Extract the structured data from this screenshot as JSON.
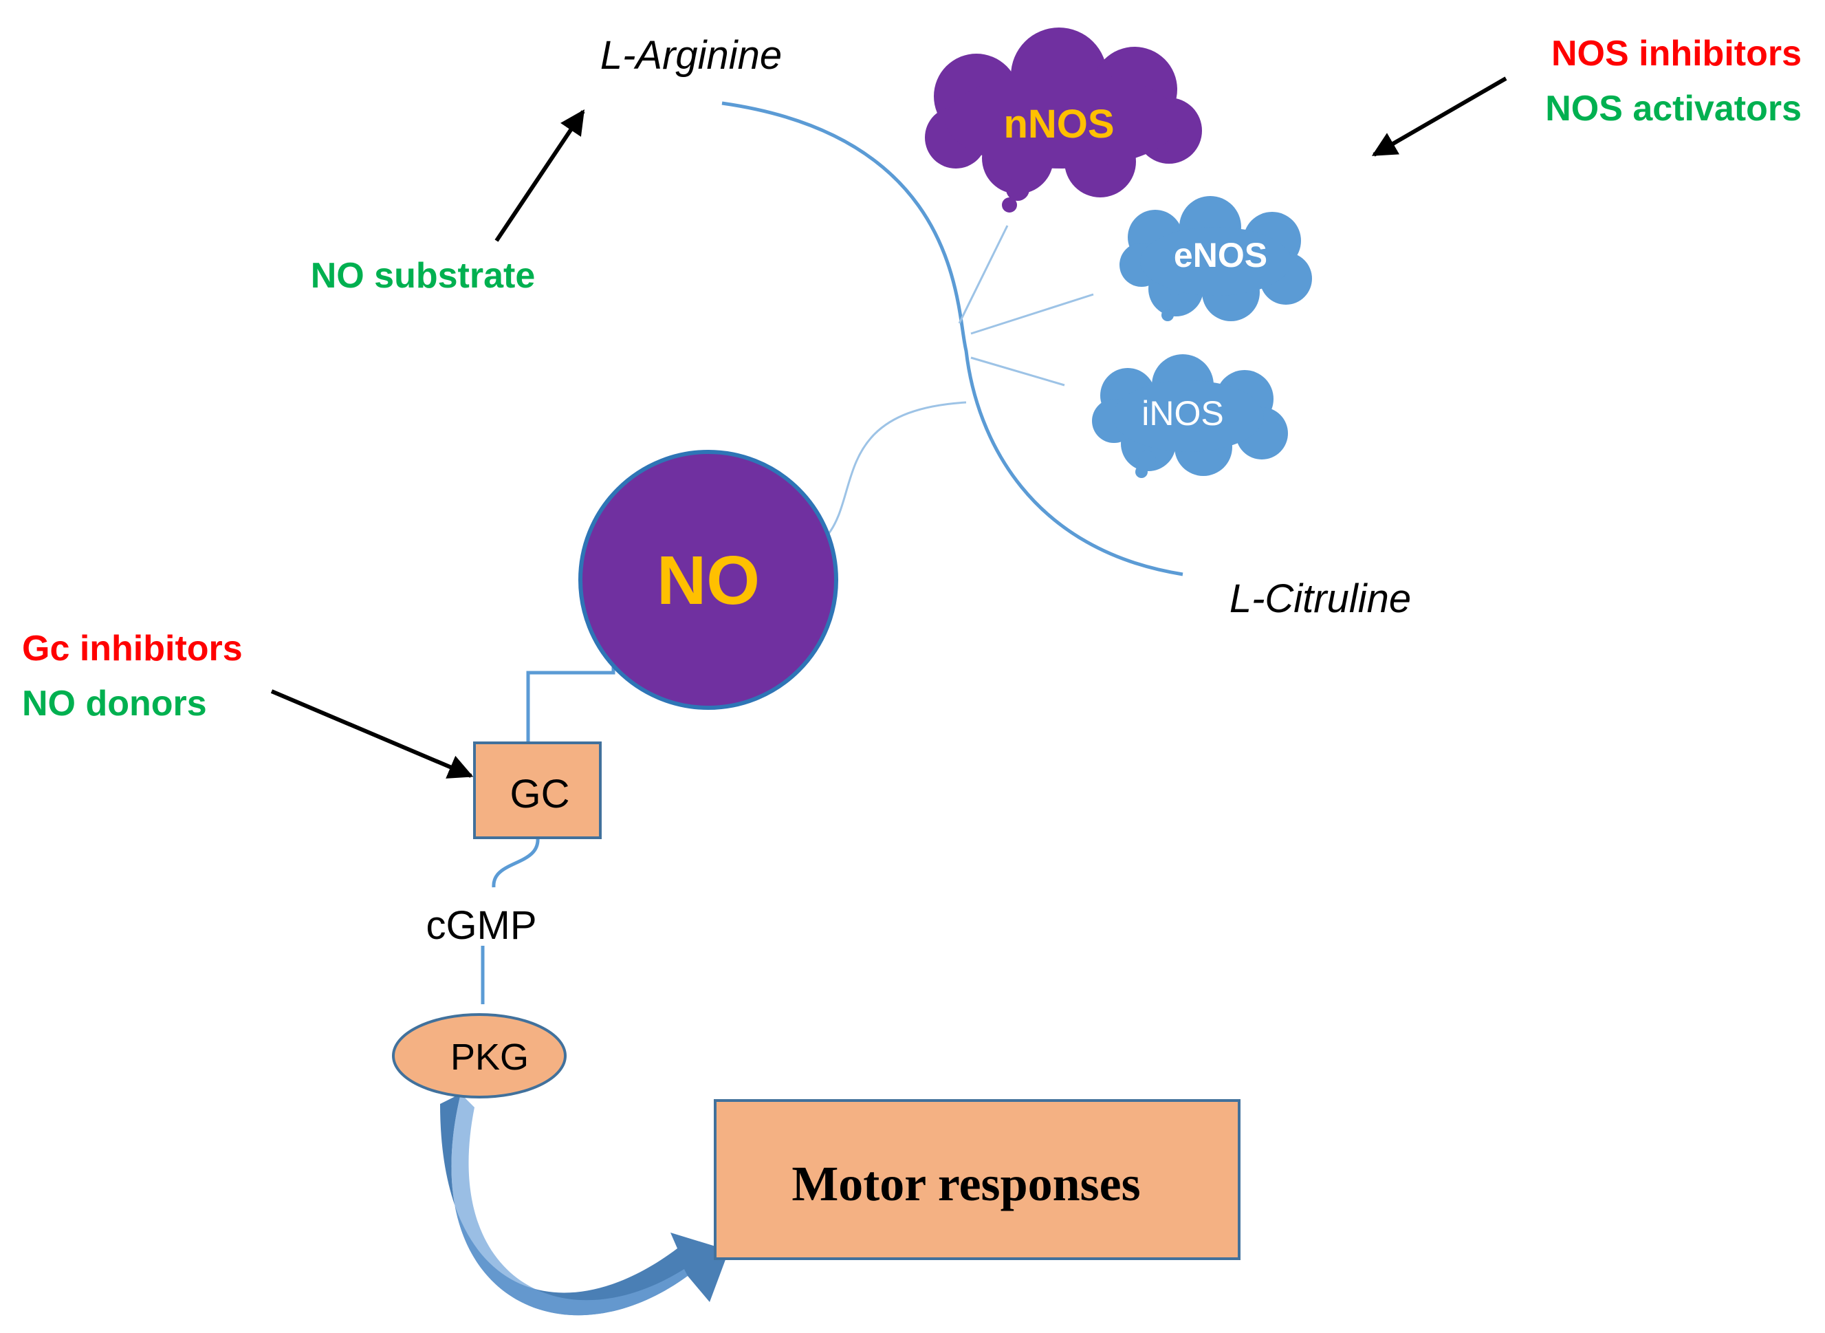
{
  "labels": {
    "l_arginine": "L-Arginine",
    "l_citruline": "L-Citruline",
    "no_substrate": "NO substrate",
    "nos_inhibitors": "NOS inhibitors",
    "nos_activators": "NOS activators",
    "gc_inhibitors": "Gc inhibitors",
    "no_donors": "NO donors",
    "cgmp": "cGMP"
  },
  "nodes": {
    "nnos": "nNOS",
    "enos": "eNOS",
    "inos": "iNOS",
    "no": "NO",
    "gc": "GC",
    "pkg": "PKG",
    "motor_responses": "Motor responses"
  },
  "colors": {
    "purple": "#7030a0",
    "blue_cloud": "#5b9bd5",
    "salmon": "#f4b183",
    "link_blue": "#5b9bd5",
    "gold": "#ffc000",
    "red": "#ff0000",
    "green": "#00b050",
    "black": "#000000"
  }
}
